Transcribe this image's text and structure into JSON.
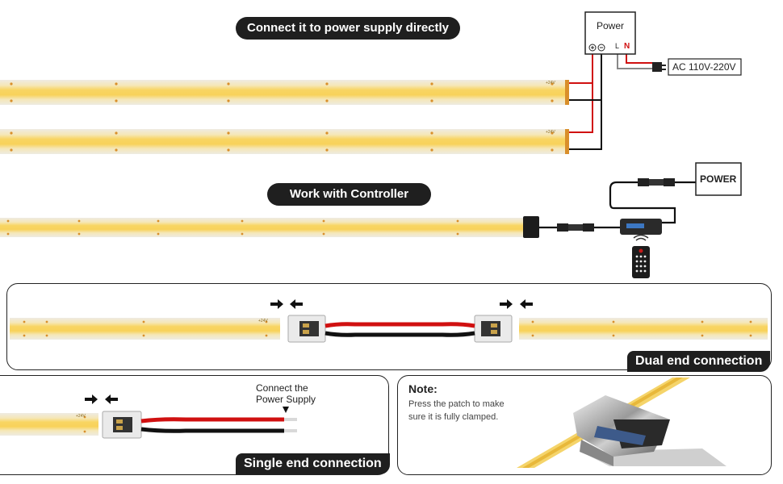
{
  "sections": {
    "direct": {
      "label": "Connect it to power supply directly"
    },
    "controller": {
      "label": "Work with Controller"
    },
    "dual": {
      "label": "Dual end connection"
    },
    "single": {
      "label": "Single end connection"
    }
  },
  "power_box": {
    "label": "Power",
    "terminal_l": "L",
    "terminal_n": "N"
  },
  "ac_label": "AC 110V-220V",
  "controller_power": "POWER",
  "strip_marking": "+24V",
  "connect_supply": {
    "line1": "Connect  the",
    "line2": "Power  Supply"
  },
  "note": {
    "title": "Note:",
    "line1": "Press the patch to make",
    "line2": "sure it is fully clamped."
  },
  "colors": {
    "strip": "#f7cf58",
    "strip_edge": "#ece9e0",
    "wire_red": "#d01010",
    "wire_black": "#111111",
    "pill_bg": "#1f1f1f"
  }
}
